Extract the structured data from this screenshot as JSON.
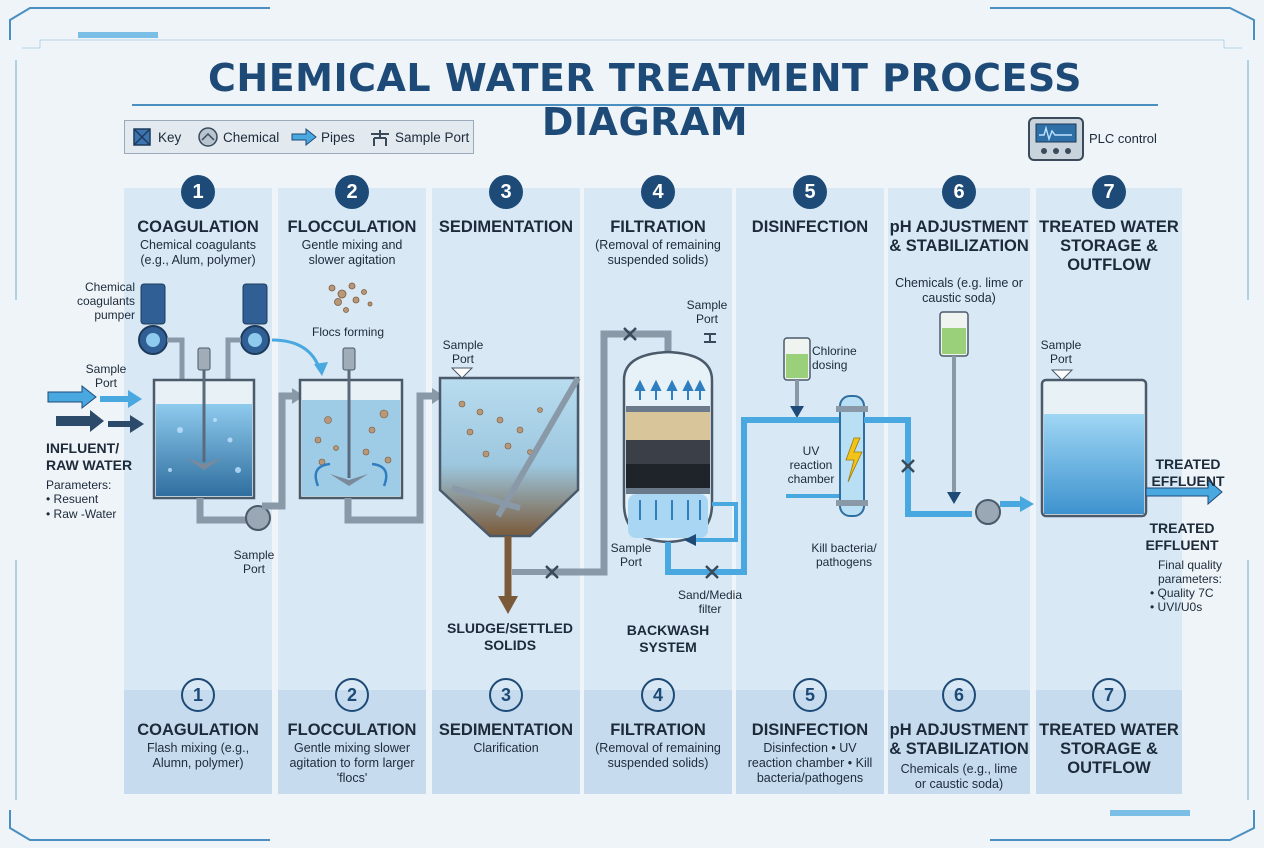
{
  "title": "CHEMICAL WATER TREATMENT PROCESS DIAGRAM",
  "legend": {
    "key": "Key",
    "chemical": "Chemical",
    "pipes": "Pipes",
    "sample_port": "Sample Port"
  },
  "plc_label": "PLC control",
  "colors": {
    "title": "#1e4a77",
    "water": "#5fb0e0",
    "pipe": "#4aa8e0",
    "column": "#d8e8f4"
  },
  "stages_top": [
    {
      "num": "1",
      "title": "COAGULATION",
      "subtitle": "Chemical coagulants (e.g., Alum, polymer)"
    },
    {
      "num": "2",
      "title": "FLOCCULATION",
      "subtitle": "Gentle mixing and slower agitation"
    },
    {
      "num": "3",
      "title": "SEDIMENTATION",
      "subtitle": ""
    },
    {
      "num": "4",
      "title": "FILTRATION",
      "subtitle": "(Removal of remaining suspended solids)"
    },
    {
      "num": "5",
      "title": "DISINFECTION",
      "subtitle": ""
    },
    {
      "num": "6",
      "title": "pH ADJUSTMENT & STABILIZATION",
      "subtitle": "Chemicals (e.g. lime or caustic soda)"
    },
    {
      "num": "7",
      "title": "TREATED WATER STORAGE & OUTFLOW",
      "subtitle": ""
    }
  ],
  "stages_bottom": [
    {
      "num": "1",
      "title": "COAGULATION",
      "subtitle": "Flash mixing (e.g., Alumn, polymer)"
    },
    {
      "num": "2",
      "title": "FLOCCULATION",
      "subtitle": "Gentle mixing slower agitation to form larger 'flocs'"
    },
    {
      "num": "3",
      "title": "SEDIMENTATION",
      "subtitle": "Clarification"
    },
    {
      "num": "4",
      "title": "FILTRATION",
      "subtitle": "(Removal of remaining suspended solids)"
    },
    {
      "num": "5",
      "title": "DISINFECTION",
      "subtitle": "Disinfection • UV reaction chamber • Kill bacteria/pathogens"
    },
    {
      "num": "6",
      "title": "pH ADJUSTMENT & STABILIZATION",
      "subtitle": "Chemicals (e.g., lime or caustic soda)"
    },
    {
      "num": "7",
      "title": "TREATED WATER STORAGE & OUTFLOW",
      "subtitle": ""
    }
  ],
  "labels": {
    "chem_pumps": "Chemical coagulants pumper",
    "sample_port_left": "Sample Port",
    "influent_title": "INFLUENT/ RAW WATER",
    "influent_params": "Parameters:",
    "influent_item1": "• Resuent",
    "influent_item2": "• Raw -Water",
    "sample_port_bottom1": "Sample Port",
    "flocs_forming": "Flocs forming",
    "sample_port_sed": "Sample Port",
    "sludge": "SLUDGE/SETTLED SOLIDS",
    "sample_port_filter_top": "Sample Port",
    "sample_port_filter_bottom": "Sample Port",
    "sand_media": "Sand/Media filter",
    "backwash": "BACKWASH SYSTEM",
    "chlorine": "Chlorine dosing",
    "uv_chamber": "UV reaction chamber",
    "kill_bacteria": "Kill bacteria/ pathogens",
    "sample_port_storage": "Sample Port",
    "treated_effluent_1": "TREATED EFFLUENT",
    "treated_effluent_2": "TREATED EFFLUENT",
    "final_quality": "Final quality parameters:",
    "final_item1": "• Quality 7C",
    "final_item2": "• UVI/U0s"
  }
}
